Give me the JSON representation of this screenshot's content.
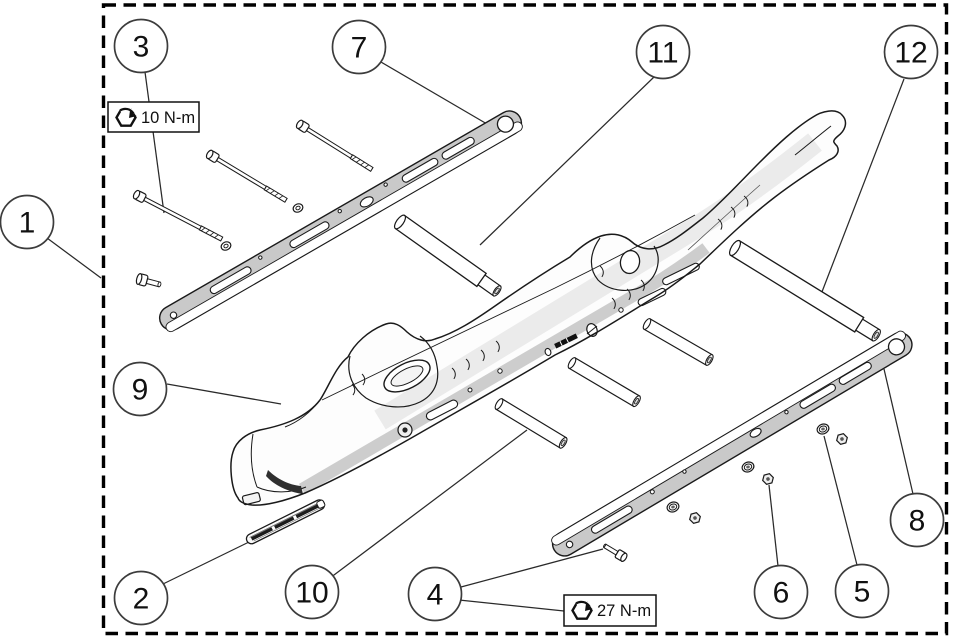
{
  "diagram": {
    "type": "exploded-parts-diagram",
    "callouts": [
      {
        "label": "1"
      },
      {
        "label": "2"
      },
      {
        "label": "3"
      },
      {
        "label": "4"
      },
      {
        "label": "5"
      },
      {
        "label": "6"
      },
      {
        "label": "7"
      },
      {
        "label": "8"
      },
      {
        "label": "9"
      },
      {
        "label": "10"
      },
      {
        "label": "11"
      },
      {
        "label": "12"
      }
    ],
    "torque_labels": [
      {
        "icon": "torque-hex-icon",
        "value": "10 N-m"
      },
      {
        "icon": "torque-hex-icon",
        "value": "27 N-m"
      }
    ],
    "colors": {
      "line": "#1a1a1a",
      "plate_fill": "#c9c9c9",
      "frame_fill": "#fdfdfd",
      "shade_band": "#cdcdcd",
      "background": "#ffffff"
    }
  }
}
